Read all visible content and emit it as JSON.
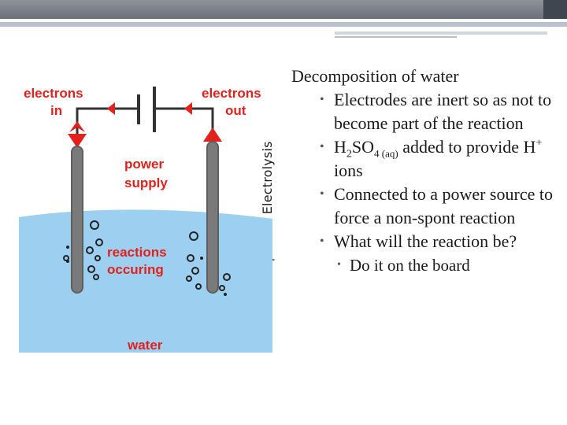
{
  "slide": {
    "side_title": "Examples of Electrolysis",
    "heading": "Decomposition of water",
    "bullets": [
      "Electrodes are inert so as not to become part of the reaction",
      {
        "prefix": "H",
        "sub1": "2",
        "mid": "SO",
        "sub2": "4 (aq)",
        "after": " added to provide H",
        "sup": "+",
        "end": " ions"
      },
      "Connected to a power source to force a non-spont reaction",
      "What will the reaction be?"
    ],
    "sub_bullet": "Do it on the board"
  },
  "diagram": {
    "labels": {
      "electrons_in_1": "electrons",
      "electrons_in_2": "in",
      "electrons_out_1": "electrons",
      "electrons_out_2": "out",
      "power_1": "power",
      "power_2": "supply",
      "reactions_1": "reactions",
      "reactions_2": "occuring",
      "water": "water"
    },
    "colors": {
      "water": "#9ccff0",
      "electrode": "#7a7a7a",
      "arrow": "#e3211c",
      "label": "#e3211c",
      "wire": "#333333"
    }
  }
}
